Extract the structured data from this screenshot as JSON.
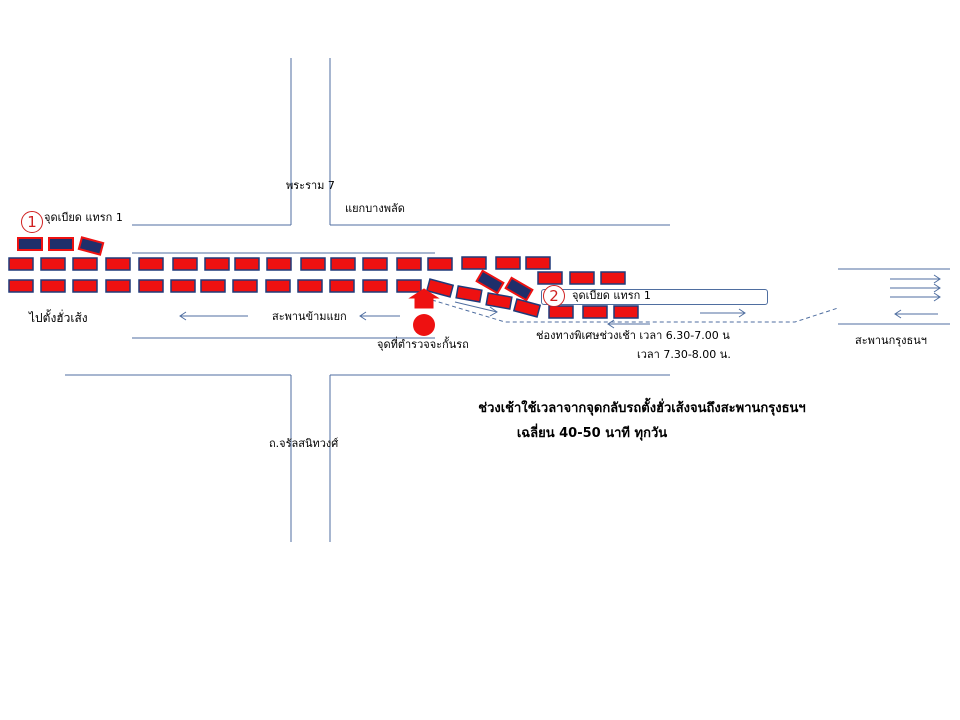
{
  "roads": {
    "north": "พระราม 7",
    "south": "ถ.จรัลสนิทวงศ์",
    "intersection": "แยกบางพลัด",
    "bridge_cross": "สะพานข้ามแยก",
    "bridge_krung_thon": "สะพานกรุงธนฯ",
    "to_tang": "ไปตั้งฮั่วเส้ง"
  },
  "markers": {
    "point1_num": "1",
    "point1_label": "จุดเบียด แทรก 1",
    "point2_num": "2",
    "point2_label": "จุดเบียด แทรก 1",
    "police_point": "จุดที่ตำรวจจะกั้นรถ"
  },
  "special_lane": {
    "label": "ช่องทางพิเศษช่วงเช้า เวลา 6.30-7.00 น",
    "time2": "เวลา 7.30-8.00 น."
  },
  "note": {
    "line1": "ช่วงเช้าใช้เวลาจากจุดกลับรถตั้งฮั่วเส้งจนถึงสะพานกรุงธนฯ",
    "line2": "เฉลี่ยน 40-50 นาที ทุกวัน"
  },
  "colors": {
    "road": "#4f6ea0",
    "car_fill": "#ee1111",
    "car_border": "#1f3a7a",
    "car_dark": "#1f2f6b",
    "accent": "#d02020"
  }
}
